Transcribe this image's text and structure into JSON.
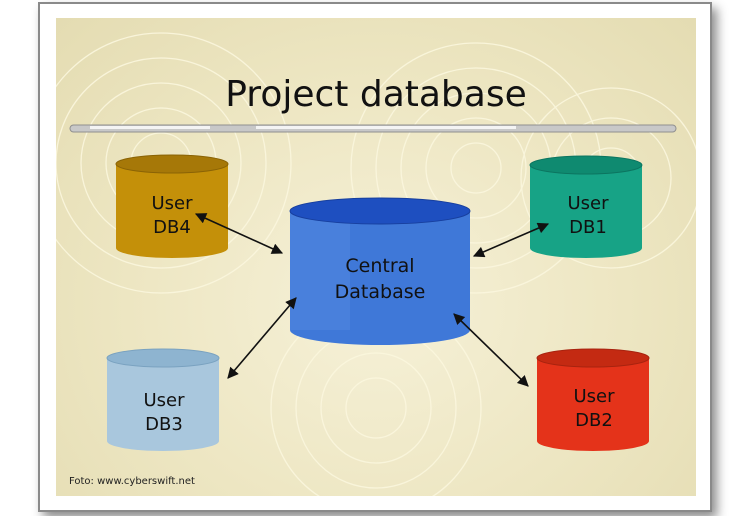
{
  "title": "Project database",
  "databases": {
    "central": [
      "Central",
      "Database"
    ],
    "db1": [
      "User",
      "DB1"
    ],
    "db2": [
      "User",
      "DB2"
    ],
    "db3": [
      "User",
      "DB3"
    ],
    "db4": [
      "User",
      "DB4"
    ]
  },
  "colors": {
    "central": "#3f78d8",
    "db1": "#17a386",
    "db2": "#e4331a",
    "db3": "#a9c7dd",
    "db4": "#c49009"
  },
  "credit": "Foto: www.cyberswift.net"
}
